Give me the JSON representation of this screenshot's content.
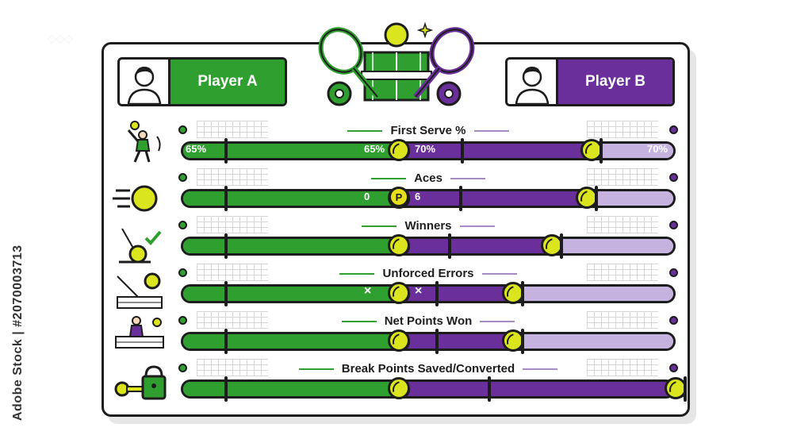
{
  "players": {
    "a": {
      "name": "Player A",
      "color": "#2fa030"
    },
    "b": {
      "name": "Player B",
      "color": "#6a2f9a"
    }
  },
  "stats": [
    {
      "label": "First Serve %",
      "icon": "serving-player-icon",
      "a_text": "65%",
      "mid_a_text": "65%",
      "mid_b_text": "70%",
      "b_text": "70%",
      "a_share": 0.44,
      "b_share": 0.39
    },
    {
      "label": "Aces",
      "icon": "fast-ball-icon",
      "mid_a_text": "0",
      "mid_b_text": "6",
      "coin": "P",
      "a_share": 0.44,
      "b_share": 0.38
    },
    {
      "label": "Winners",
      "icon": "ball-check-icon",
      "a_share": 0.44,
      "b_share": 0.31
    },
    {
      "label": "Unforced Errors",
      "icon": "ball-net-icon",
      "mid_a_text": "×",
      "mid_b_text": "×",
      "a_share": 0.44,
      "b_share": 0.23
    },
    {
      "label": "Net Points Won",
      "icon": "net-player-icon",
      "a_share": 0.44,
      "b_share": 0.23
    },
    {
      "label": "Break Points Saved/Converted",
      "icon": "lock-key-icon",
      "a_share": 0.44,
      "b_share": 0.56
    }
  ],
  "watermark": "Adobe Stock | #2070003713"
}
